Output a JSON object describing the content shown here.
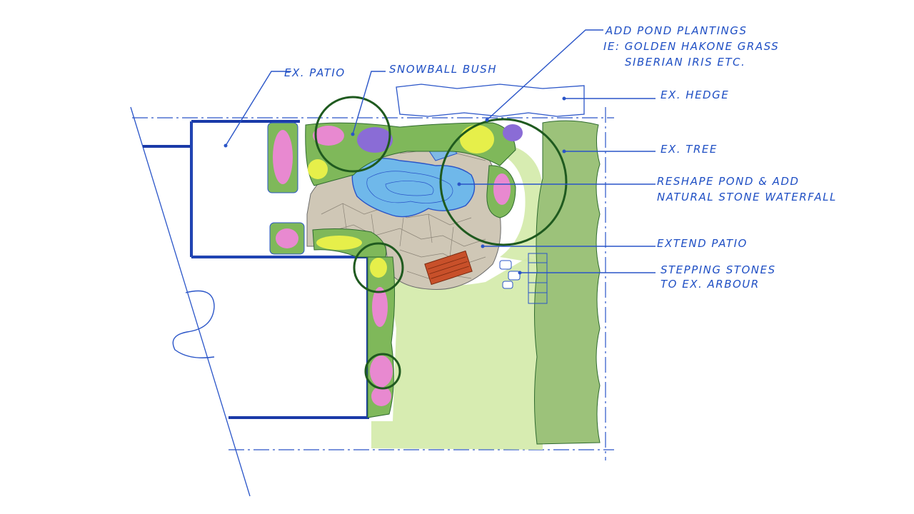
{
  "labels": {
    "ex_patio": "EX. PATIO",
    "snowball_bush": "SNOWBALL BUSH",
    "pond_plantings_1": "ADD POND PLANTINGS",
    "pond_plantings_2": "IE: GOLDEN HAKONE GRASS",
    "pond_plantings_3": "SIBERIAN IRIS ETC.",
    "ex_hedge": "EX. HEDGE",
    "ex_tree": "EX. TREE",
    "reshape_1": "RESHAPE POND & ADD",
    "reshape_2": "NATURAL STONE WATERFALL",
    "extend_patio": "EXTEND PATIO",
    "stepping_1": "STEPPING STONES",
    "stepping_2": "TO EX. ARBOUR"
  },
  "colors": {
    "ink": "#2a55c8",
    "wall": "#1a3aa8",
    "lawn": "#cfe8a8",
    "hedge": "#9cc27a",
    "water": "#6fb8ea",
    "stone": "#c9c2b2",
    "pink": "#e889d0",
    "yellow": "#e6ef4a",
    "purple": "#8a6cd6",
    "canopy": "#1f5a1f",
    "bench": "#c8502a"
  }
}
